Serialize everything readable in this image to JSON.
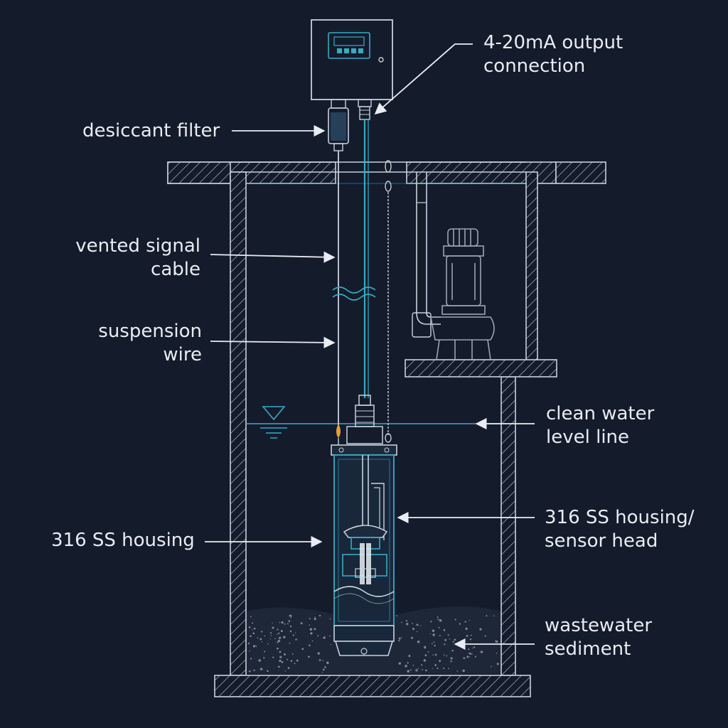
{
  "colors": {
    "background": "#141c2b",
    "line": "#c9d0da",
    "accent": "#3aa9c4",
    "text": "#e9edf3"
  },
  "labels": {
    "output_connection": [
      "4-20mA output",
      "connection"
    ],
    "desiccant_filter": [
      "desiccant filter"
    ],
    "vented_signal_cable": [
      "vented signal",
      "cable"
    ],
    "suspension_wire": [
      "suspension",
      "wire"
    ],
    "clean_water_level": [
      "clean water",
      "level line"
    ],
    "housing_left": [
      "316 SS housing"
    ],
    "housing_right": [
      "316 SS housing/",
      "sensor head"
    ],
    "wastewater_sediment": [
      "wastewater",
      "sediment"
    ]
  }
}
